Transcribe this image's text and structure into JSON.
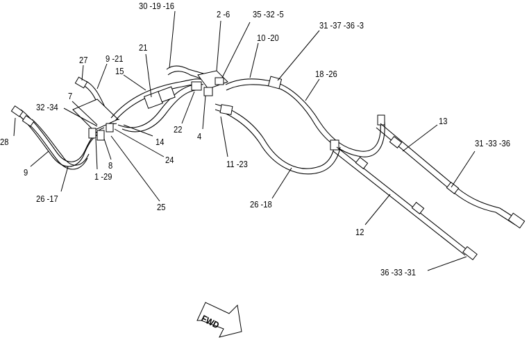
{
  "callouts": {
    "c30_19_16": "30 -19 -16",
    "c2_6": "2 -6",
    "c35_32_5": "35 -32 -5",
    "c31_37_36_3": "31 -37 -36 -3",
    "c10_20": "10 -20",
    "c27": "27",
    "c9_21": "9 -21",
    "c21": "21",
    "c15": "15",
    "c18_26": "18 -26",
    "c7": "7",
    "c32_34": "32 -34",
    "c13": "13",
    "c28": "28",
    "c22": "22",
    "c4": "4",
    "c14": "14",
    "c31_33_36": "31 -33 -36",
    "c8": "8",
    "c24": "24",
    "c9": "9",
    "c11_23": "11 -23",
    "c1_29": "1 -29",
    "c26_17": "26 -17",
    "c25": "25",
    "c26_18": "26 -18",
    "c12": "12",
    "c36_33_31": "36 -33 -31"
  },
  "fwd_label": "FWD"
}
